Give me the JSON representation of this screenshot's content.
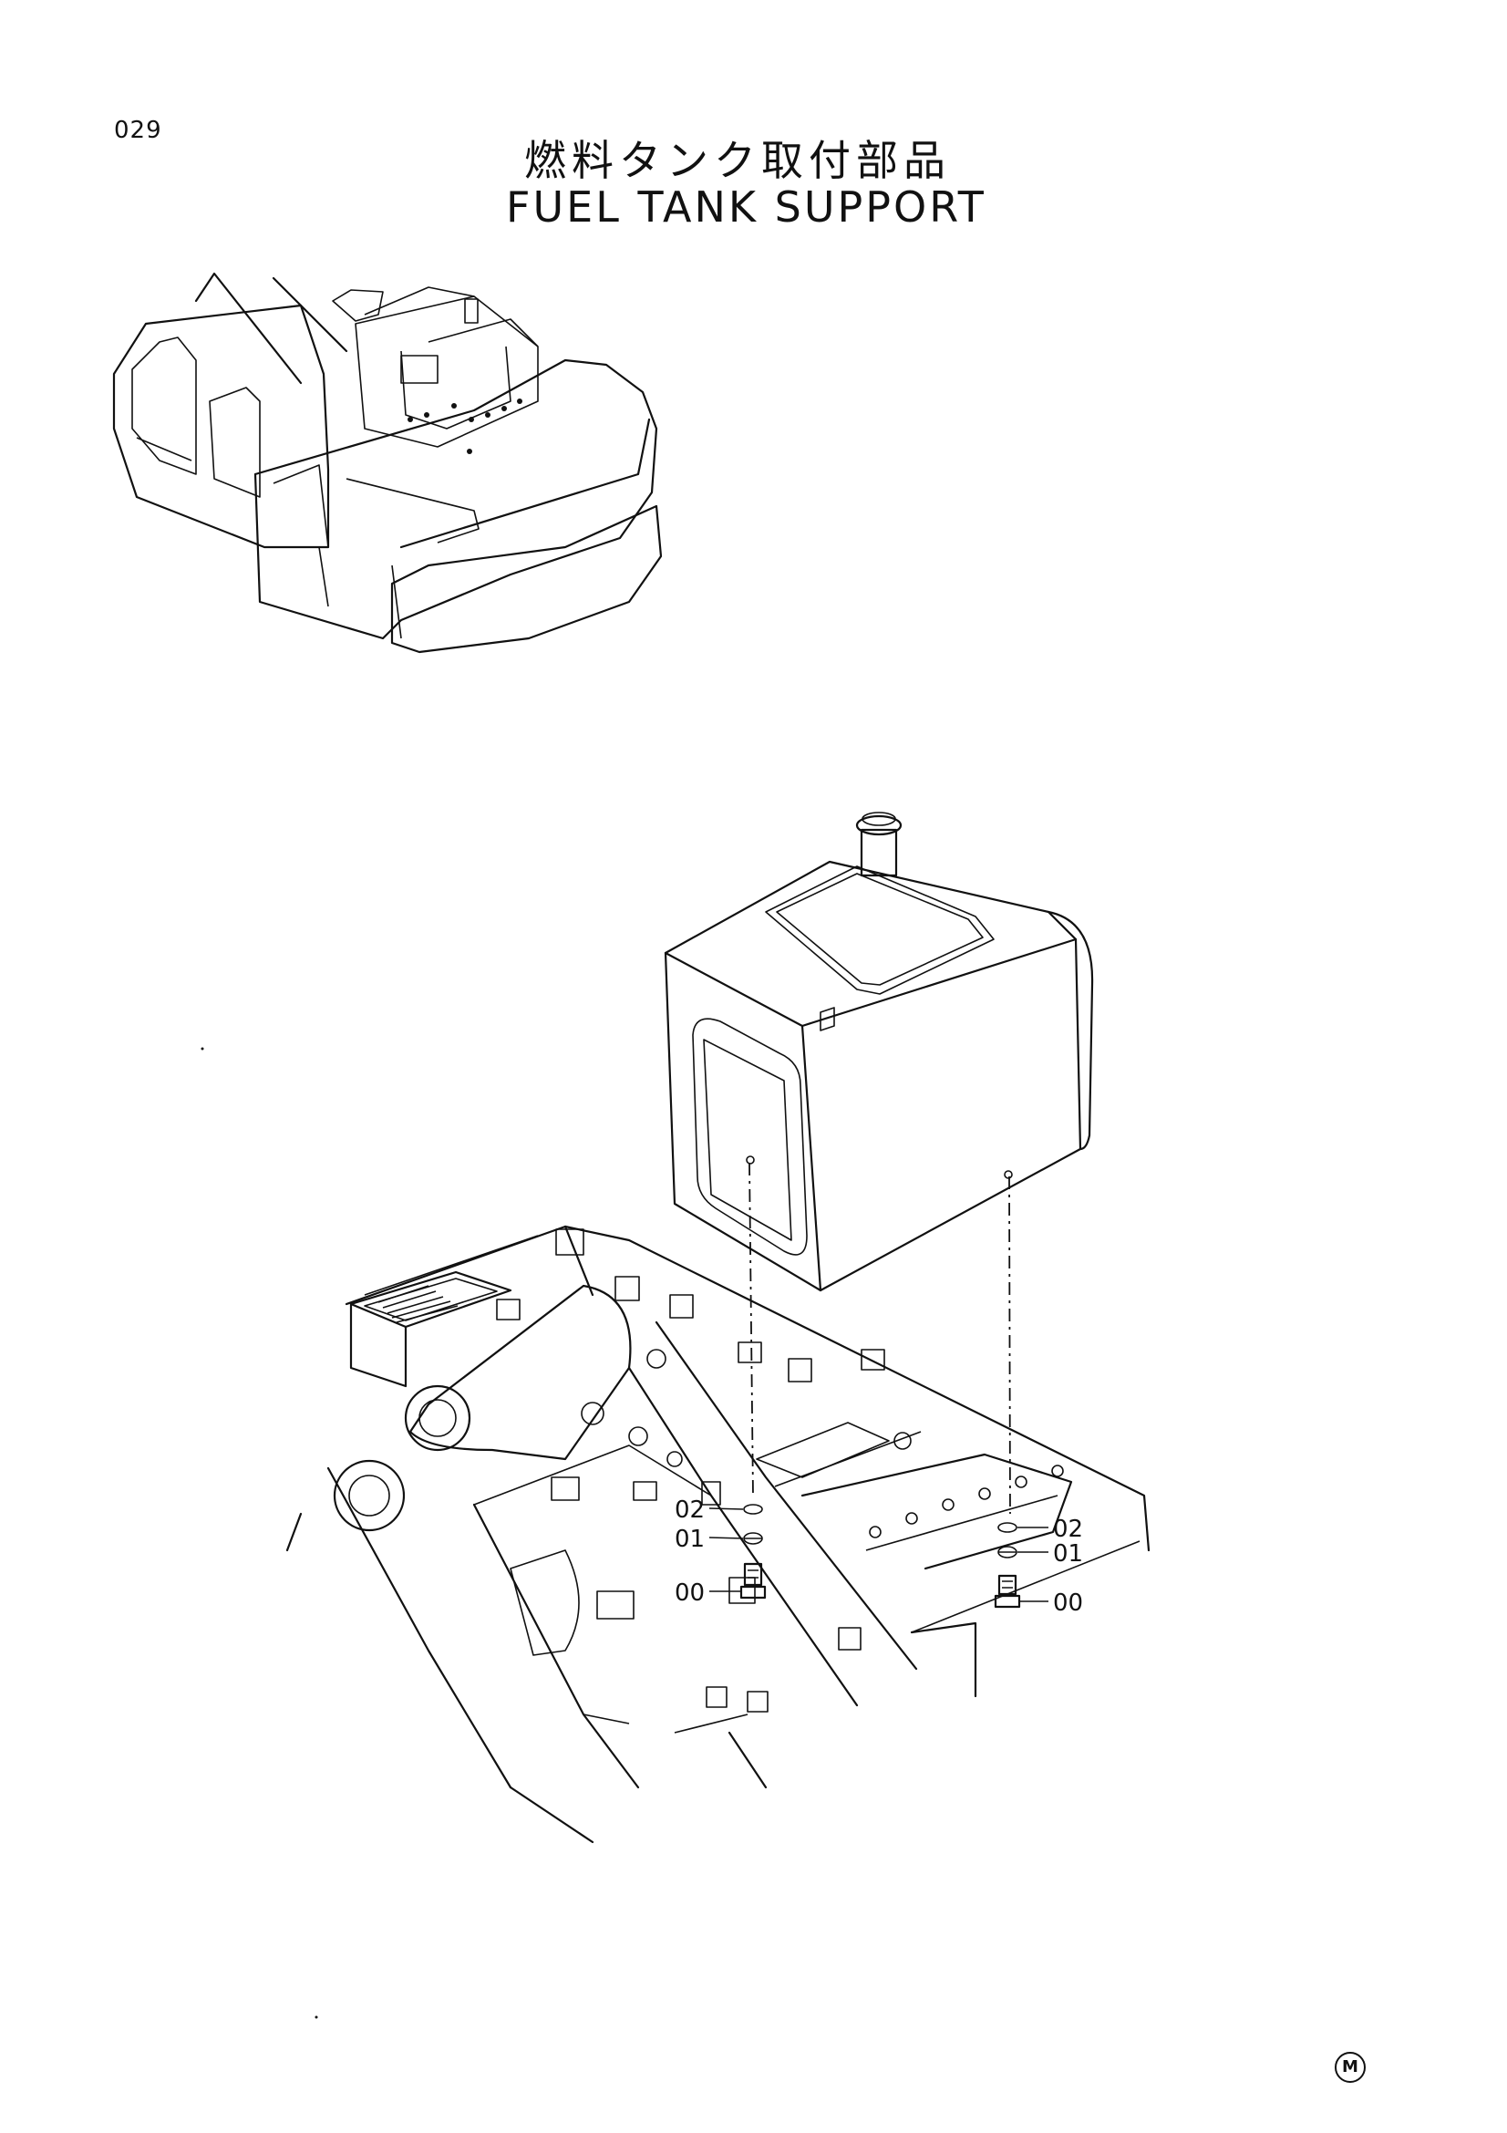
{
  "page": {
    "number": "029"
  },
  "title": {
    "japanese": "燃料タンク取付部品",
    "english": "FUEL TANK SUPPORT"
  },
  "callouts": {
    "left": [
      {
        "code": "02"
      },
      {
        "code": "01"
      },
      {
        "code": "00"
      }
    ],
    "right": [
      {
        "code": "02"
      },
      {
        "code": "01"
      },
      {
        "code": "00"
      }
    ]
  },
  "footer": {
    "mark": "M"
  }
}
